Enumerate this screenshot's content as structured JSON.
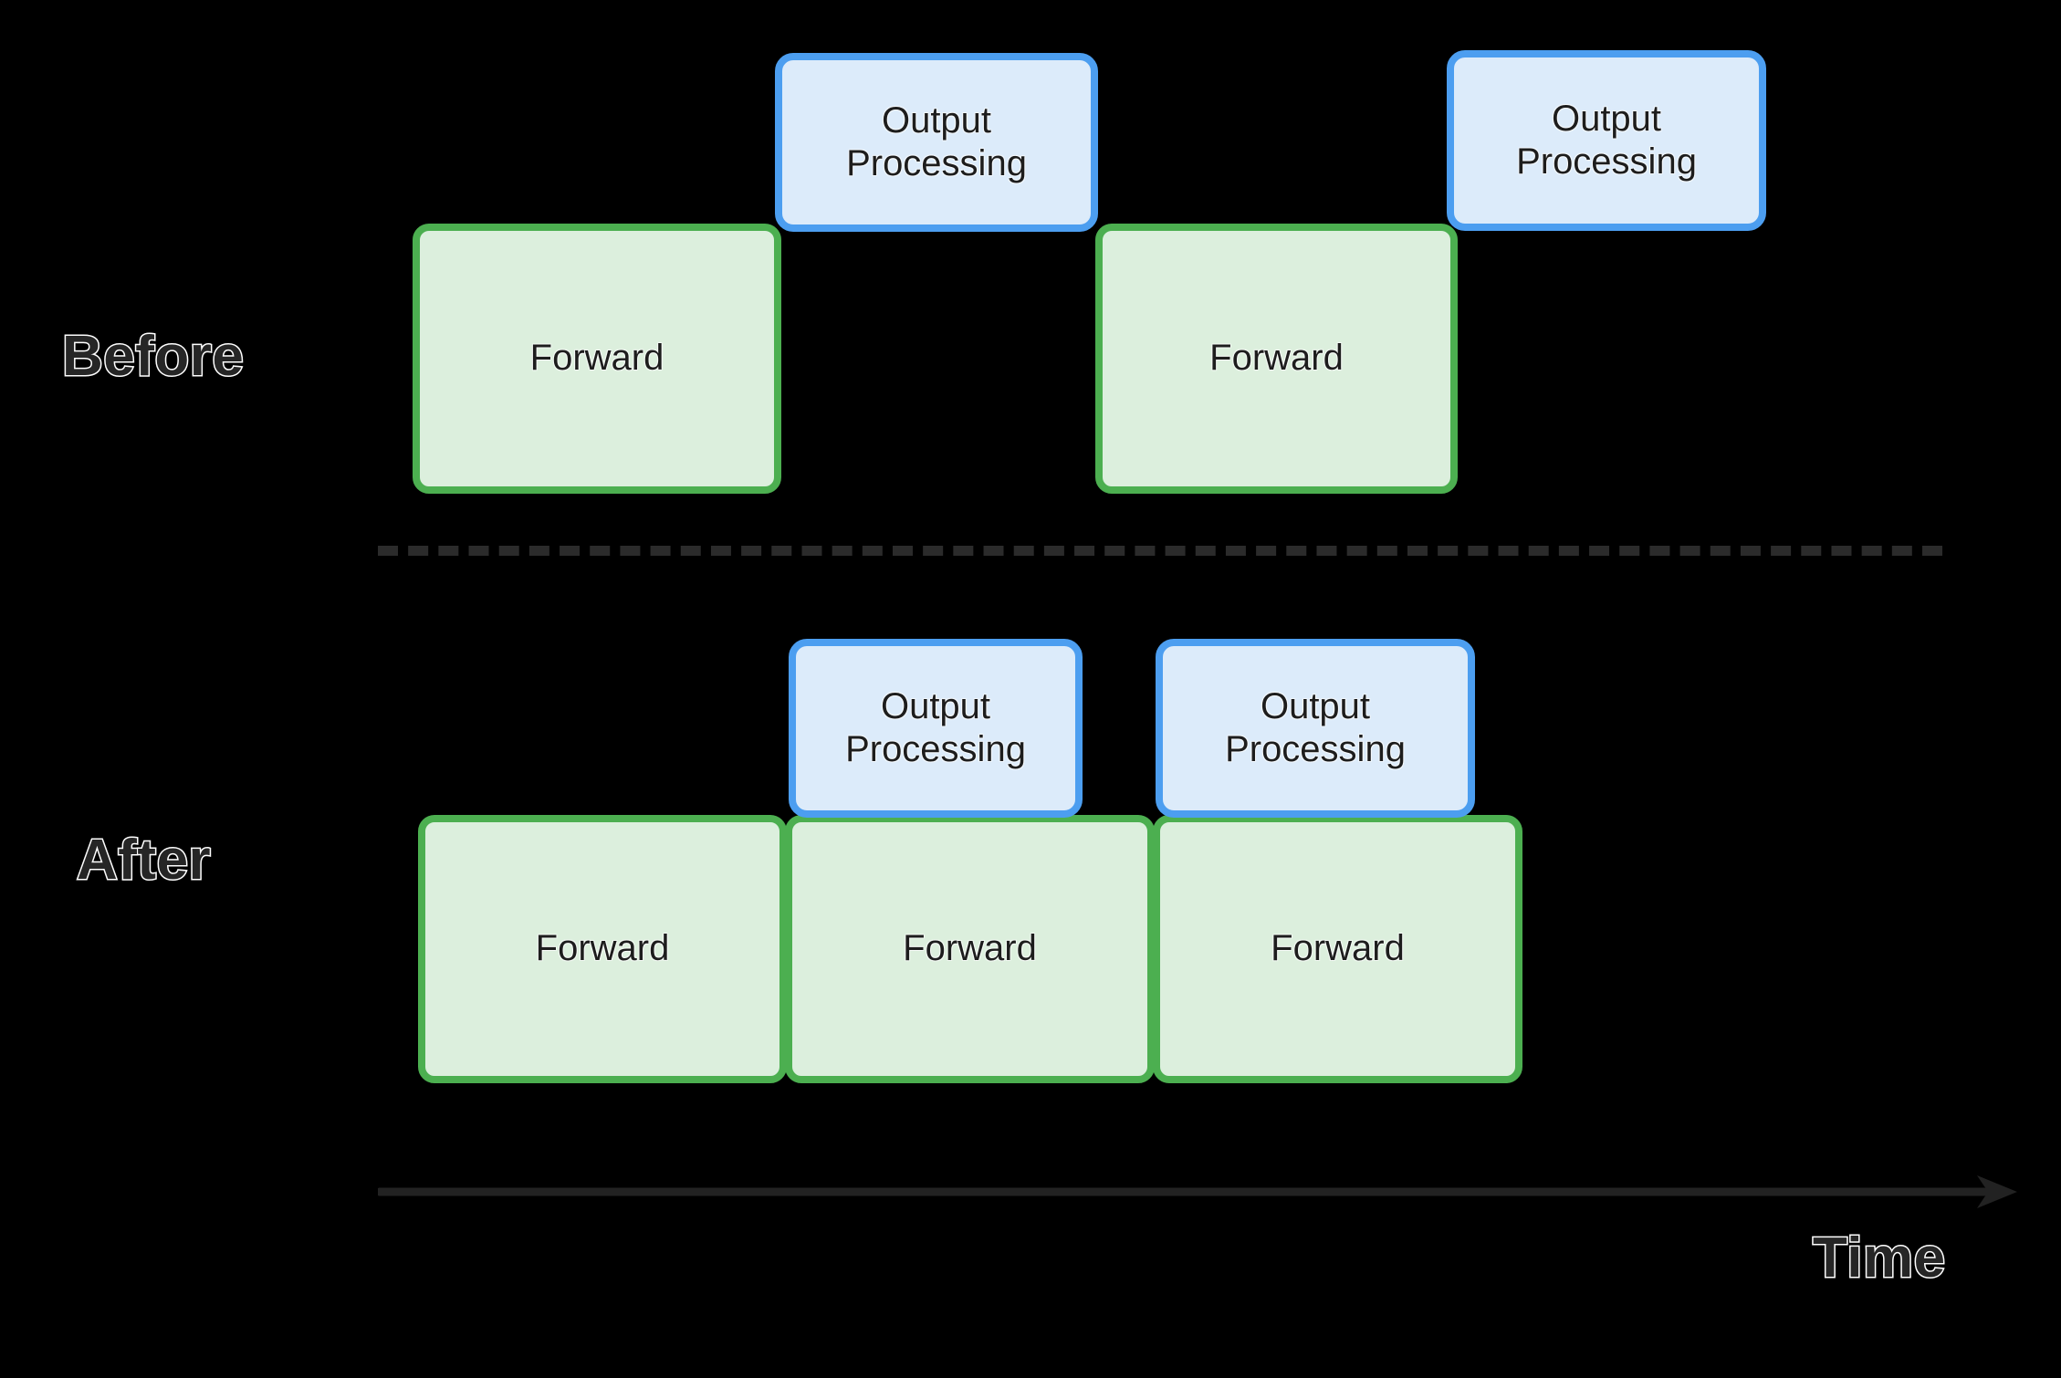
{
  "diagram": {
    "background_color": "#000000",
    "title": "",
    "rows": [
      {
        "name": "before",
        "label": "Before",
        "blocks": [
          {
            "type": "forward",
            "label": "Forward"
          },
          {
            "type": "output",
            "label": "Output\nProcessing",
            "line1": "Output",
            "line2": "Processing"
          },
          {
            "type": "forward",
            "label": "Forward"
          },
          {
            "type": "output",
            "label": "Output\nProcessing",
            "line1": "Output",
            "line2": "Processing"
          }
        ]
      },
      {
        "name": "after",
        "label": "After",
        "blocks": [
          {
            "type": "forward",
            "label": "Forward"
          },
          {
            "type": "forward",
            "label": "Forward"
          },
          {
            "type": "forward",
            "label": "Forward"
          },
          {
            "type": "output",
            "label": "Output\nProcessing",
            "line1": "Output",
            "line2": "Processing"
          },
          {
            "type": "output",
            "label": "Output\nProcessing",
            "line1": "Output",
            "line2": "Processing"
          }
        ]
      }
    ],
    "axis": {
      "label": "Time",
      "direction": "right",
      "color": "#222222"
    },
    "divider": {
      "style": "dashed",
      "color": "#2b2b2b"
    },
    "colors": {
      "forward_fill": "#dcefdd",
      "forward_border": "#4caf50",
      "output_fill": "#dcebfa",
      "output_border": "#4c9ef0",
      "label_text": "#262626",
      "label_outline": "#ffffff",
      "block_text": "#1d1d1d"
    }
  }
}
